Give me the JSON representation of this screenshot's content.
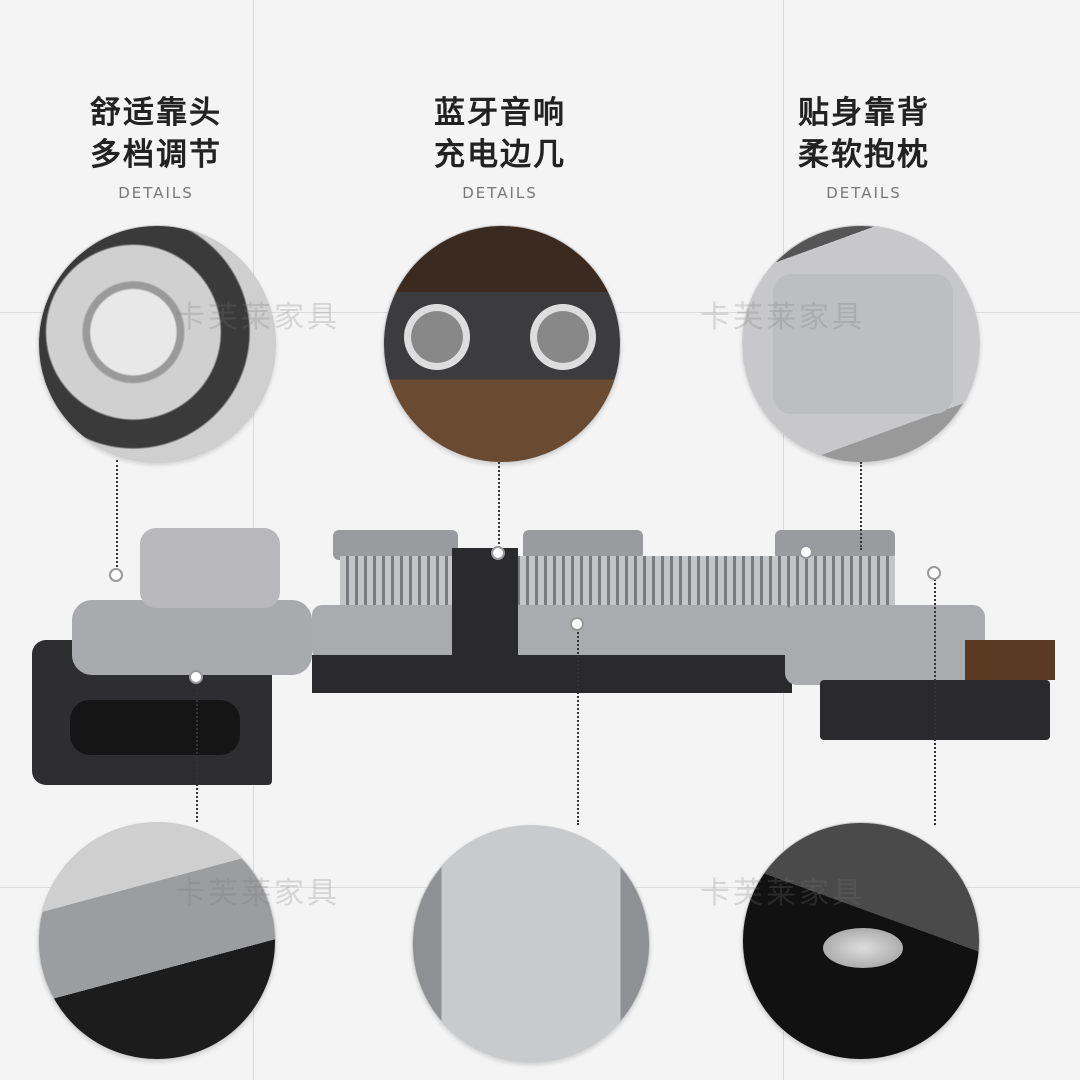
{
  "features": [
    {
      "title_line1": "舒适靠头",
      "title_line2": "多档调节",
      "subtitle": "DETAILS"
    },
    {
      "title_line1": "蓝牙音响",
      "title_line2": "充电边几",
      "subtitle": "DETAILS"
    },
    {
      "title_line1": "贴身靠背",
      "title_line2": "柔软抱枕",
      "subtitle": "DETAILS"
    }
  ],
  "watermark": "卡芙莱家具",
  "colors": {
    "fabric": "#a9abae",
    "leather": "#2a2a2c",
    "wood": "#5a3a22",
    "background": "#f4f4f4"
  }
}
